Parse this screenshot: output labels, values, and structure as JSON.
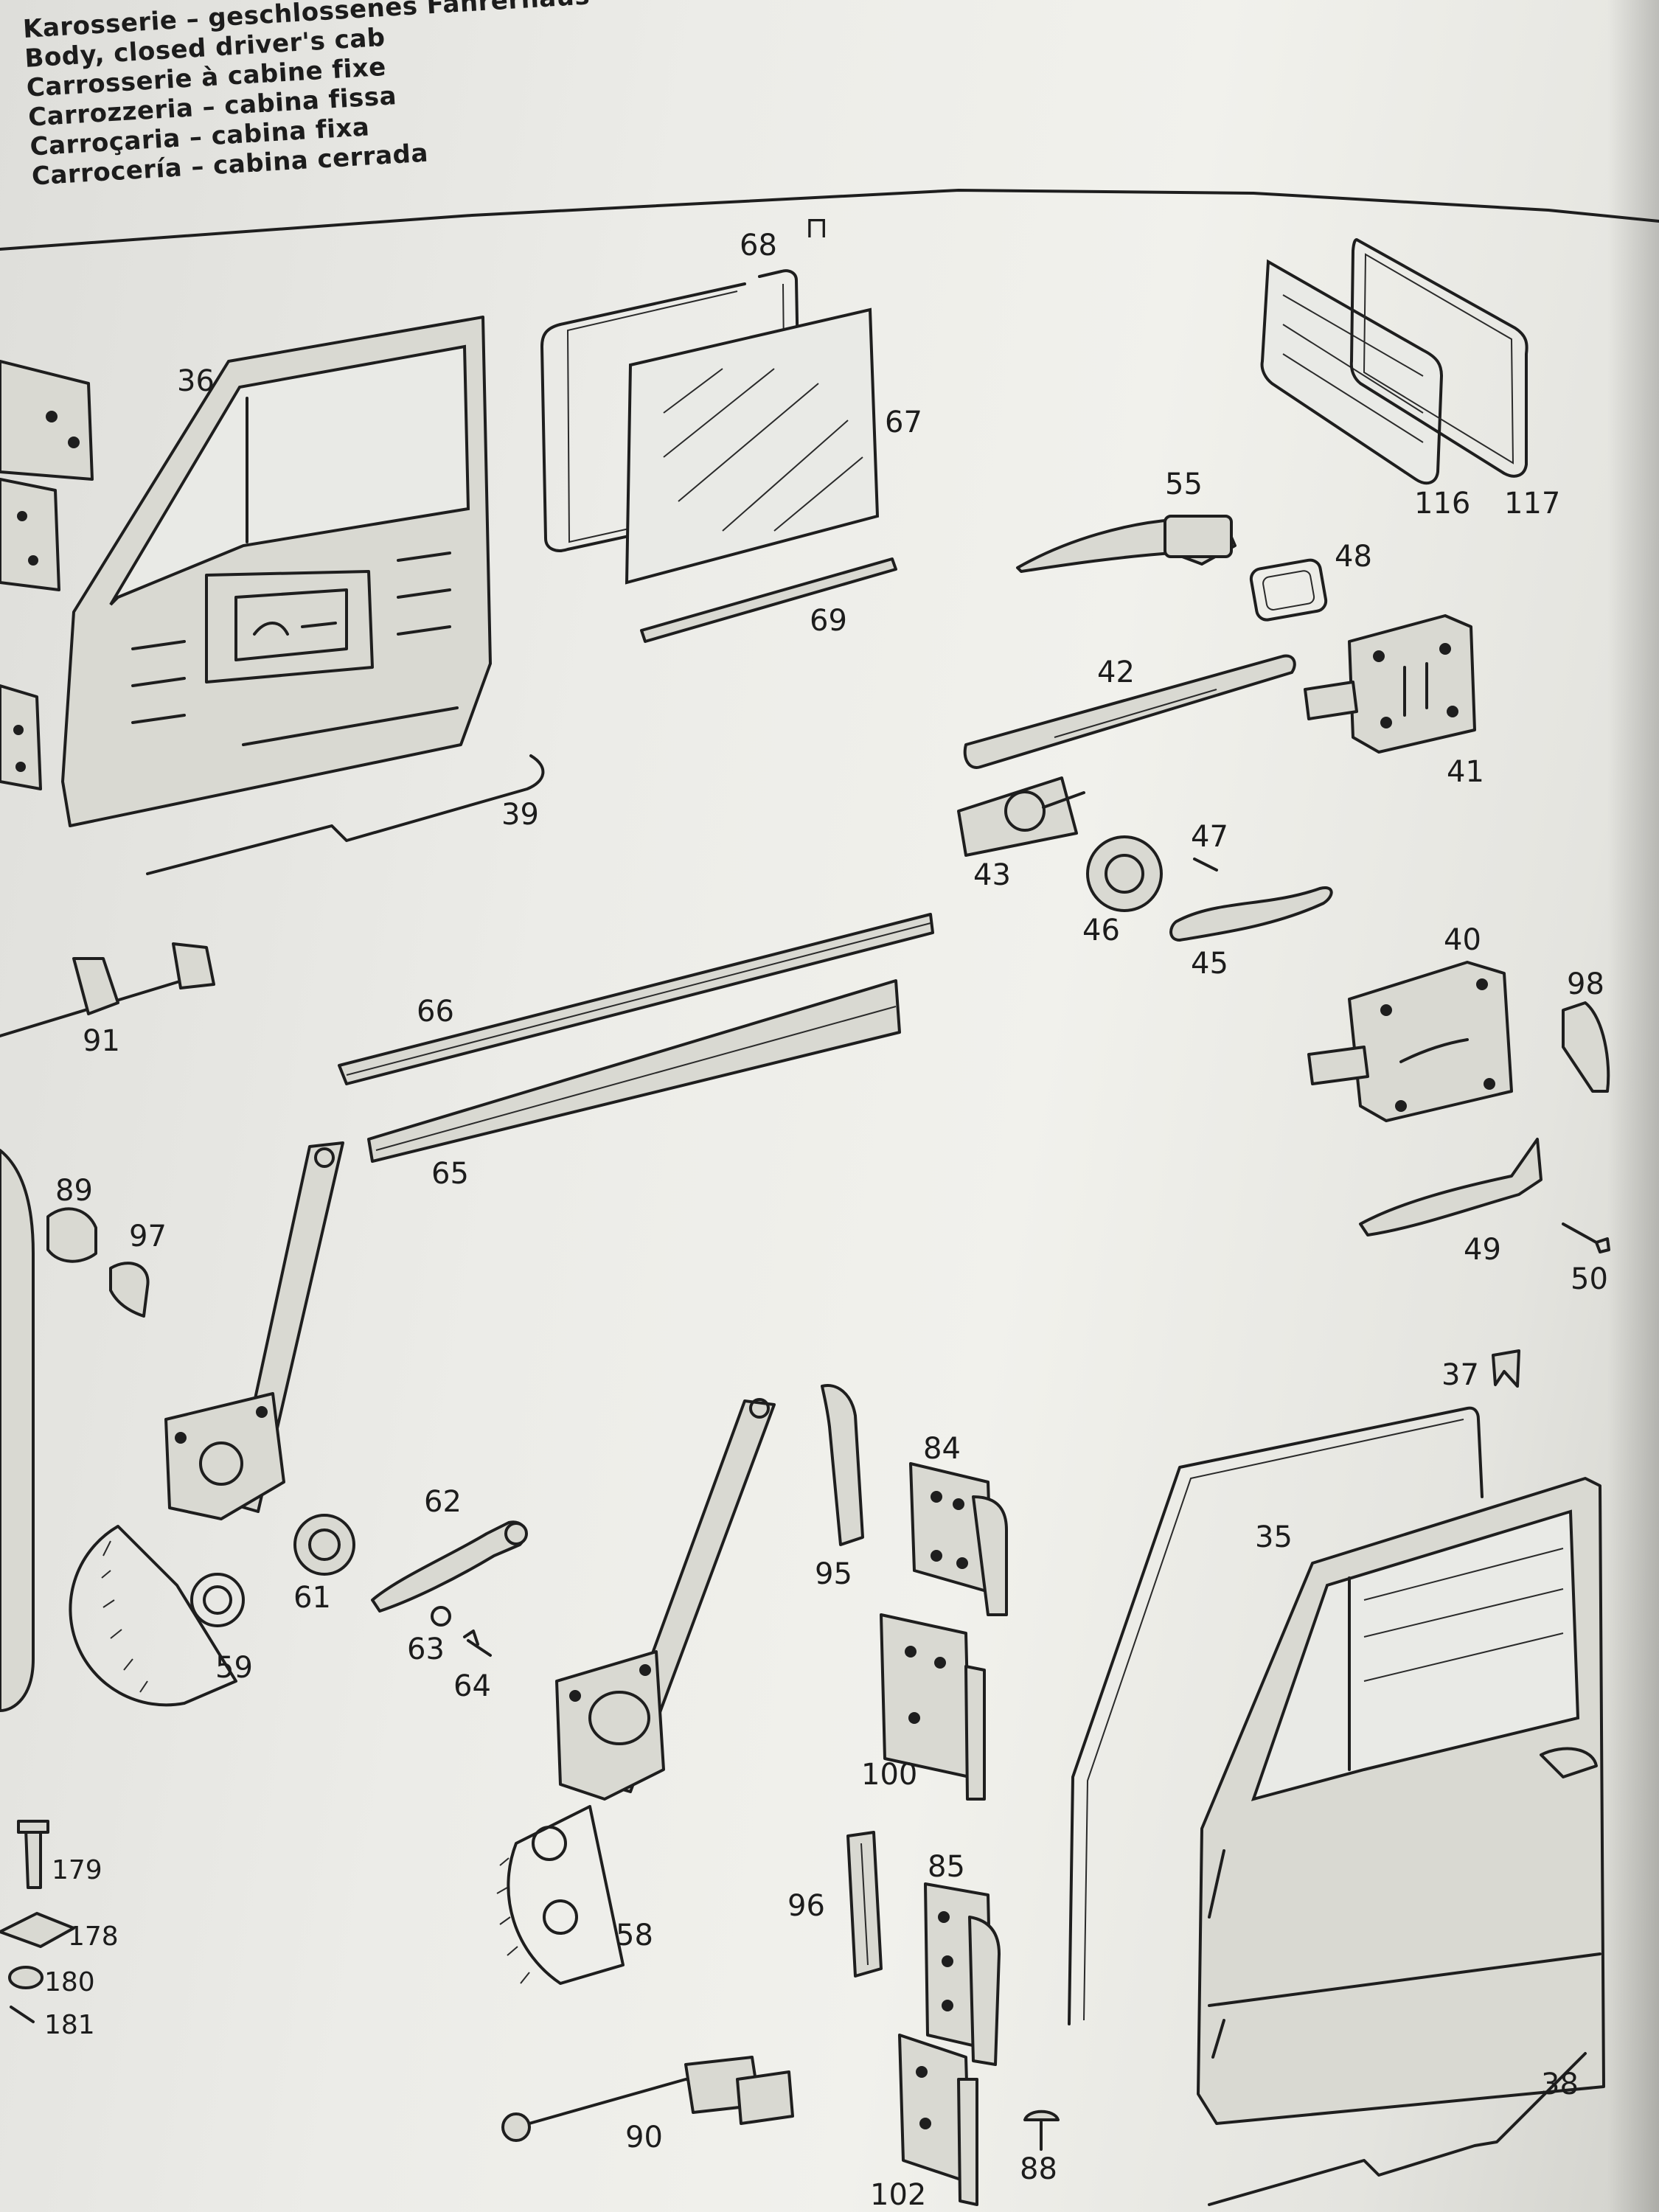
{
  "title_lines": [
    "Karosserie – geschlossenes Fahrerhaus",
    "Body, closed driver's cab",
    "Carrosserie à cabine fixe",
    "Carrozzeria – cabina fissa",
    "Carroçaria – cabina fixa",
    "Carrocería – cabina cerrada"
  ],
  "part_numbers": {
    "p35": "35",
    "p36": "36",
    "p37": "37",
    "p38": "38",
    "p39": "39",
    "p40": "40",
    "p41": "41",
    "p42": "42",
    "p43": "43",
    "p45": "45",
    "p46": "46",
    "p47": "47",
    "p48": "48",
    "p49": "49",
    "p50": "50",
    "p55": "55",
    "p58": "58",
    "p59": "59",
    "p61": "61",
    "p62": "62",
    "p63": "63",
    "p64": "64",
    "p65": "65",
    "p66": "66",
    "p67": "67",
    "p68": "68",
    "p69": "69",
    "p84": "84",
    "p85": "85",
    "p88": "88",
    "p89": "89",
    "p90": "90",
    "p91": "91",
    "p95": "95",
    "p96": "96",
    "p97": "97",
    "p98": "98",
    "p100": "100",
    "p102": "102",
    "p116": "116",
    "p117": "117",
    "p178": "178",
    "p179": "179",
    "p180": "180",
    "p181": "181"
  },
  "symbol_68": "⊓"
}
